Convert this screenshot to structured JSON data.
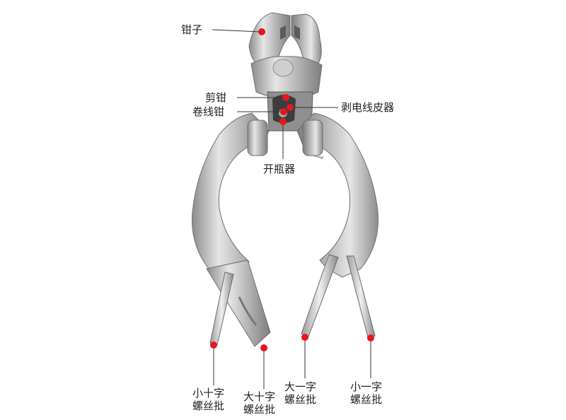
{
  "labels": {
    "pliers": "钳子",
    "cutter": "剪钳",
    "crimper": "卷线钳",
    "stripper": "剥电线皮器",
    "bottle_opener": "开瓶器",
    "small_phillips": [
      "小十字",
      "螺丝批"
    ],
    "large_phillips": [
      "大十字",
      "螺丝批"
    ],
    "large_flat": [
      "大一字",
      "螺丝批"
    ],
    "small_flat": [
      "小一字",
      "螺丝批"
    ]
  },
  "colors": {
    "marker": "#e8141e",
    "leader_line": "#333333",
    "steel_light": "#e4e4e4",
    "steel_mid": "#b4b4b4",
    "steel_dark": "#7a7a7a"
  }
}
